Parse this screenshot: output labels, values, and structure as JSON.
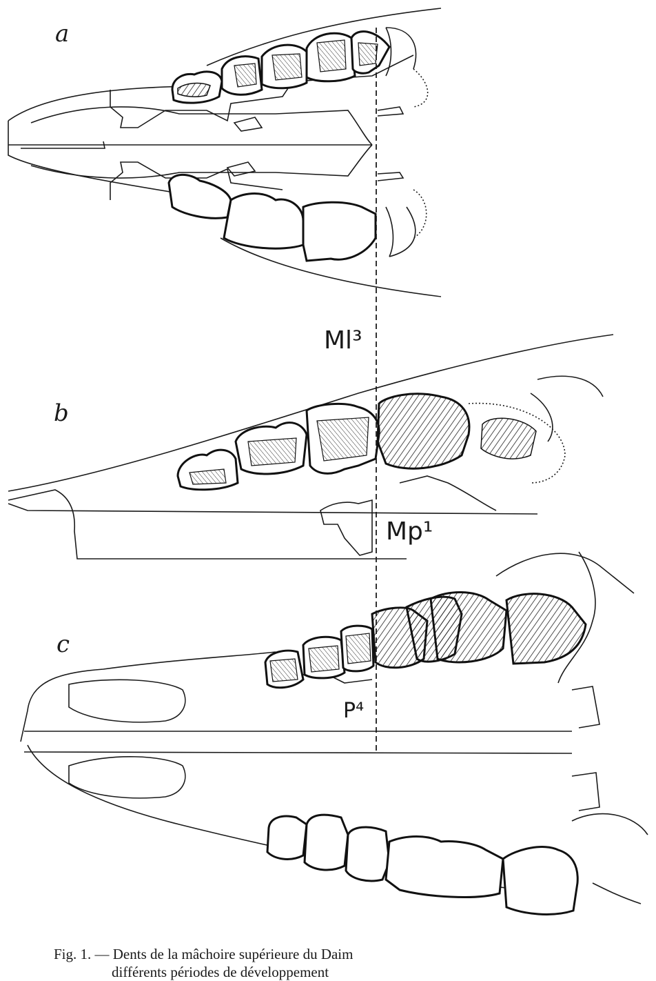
{
  "panels": {
    "a": {
      "label": "a"
    },
    "b": {
      "label": "b"
    },
    "c": {
      "label": "c"
    }
  },
  "annotations": {
    "ml3": "Ml³",
    "mp1": "Mp¹",
    "p4": "P⁴"
  },
  "caption": {
    "line1": "Fig. 1. — Dents de la mâchoire supérieure du Daim",
    "line2": "différents périodes de développement"
  }
}
